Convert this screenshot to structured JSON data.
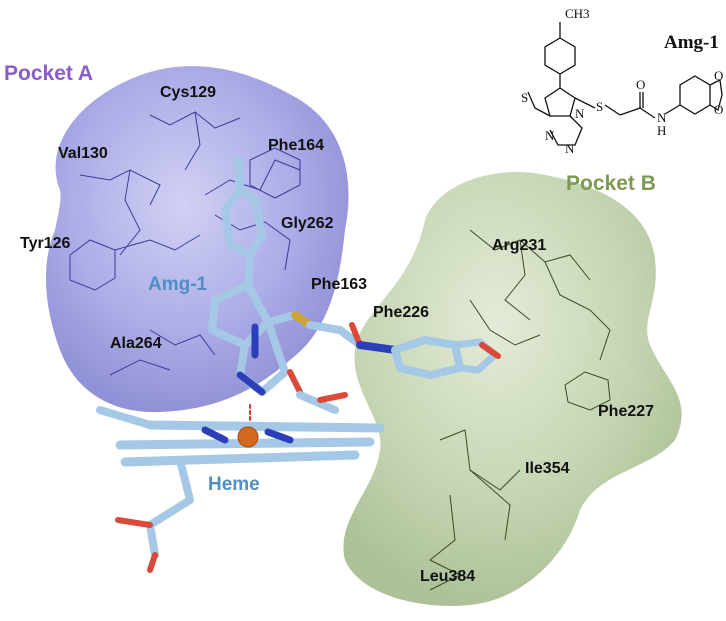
{
  "pockets": {
    "a": {
      "label": "Pocket A",
      "color": "#8b5cc8",
      "surface": "#8f8fde"
    },
    "b": {
      "label": "Pocket B",
      "color": "#7d9a55",
      "surface": "#b7caa0"
    }
  },
  "ligand": {
    "label": "Amg-1",
    "color": "#4f8fc4"
  },
  "heme": {
    "label": "Heme",
    "color": "#4f8fc4"
  },
  "residues": {
    "cys129": "Cys129",
    "val130": "Val130",
    "phe164": "Phe164",
    "tyr126": "Tyr126",
    "gly262": "Gly262",
    "phe163": "Phe163",
    "ala264": "Ala264",
    "phe226": "Phe226",
    "arg231": "Arg231",
    "phe227": "Phe227",
    "ile354": "Ile354",
    "leu384": "Leu384"
  },
  "structure": {
    "title": "Amg-1",
    "atoms": {
      "ch3": "CH3",
      "s1": "S",
      "s2": "S",
      "n1": "N",
      "n2": "N",
      "n3": "N",
      "o_carbonyl": "O",
      "nh": "N",
      "h": "H",
      "o1": "O",
      "o2": "O"
    }
  }
}
